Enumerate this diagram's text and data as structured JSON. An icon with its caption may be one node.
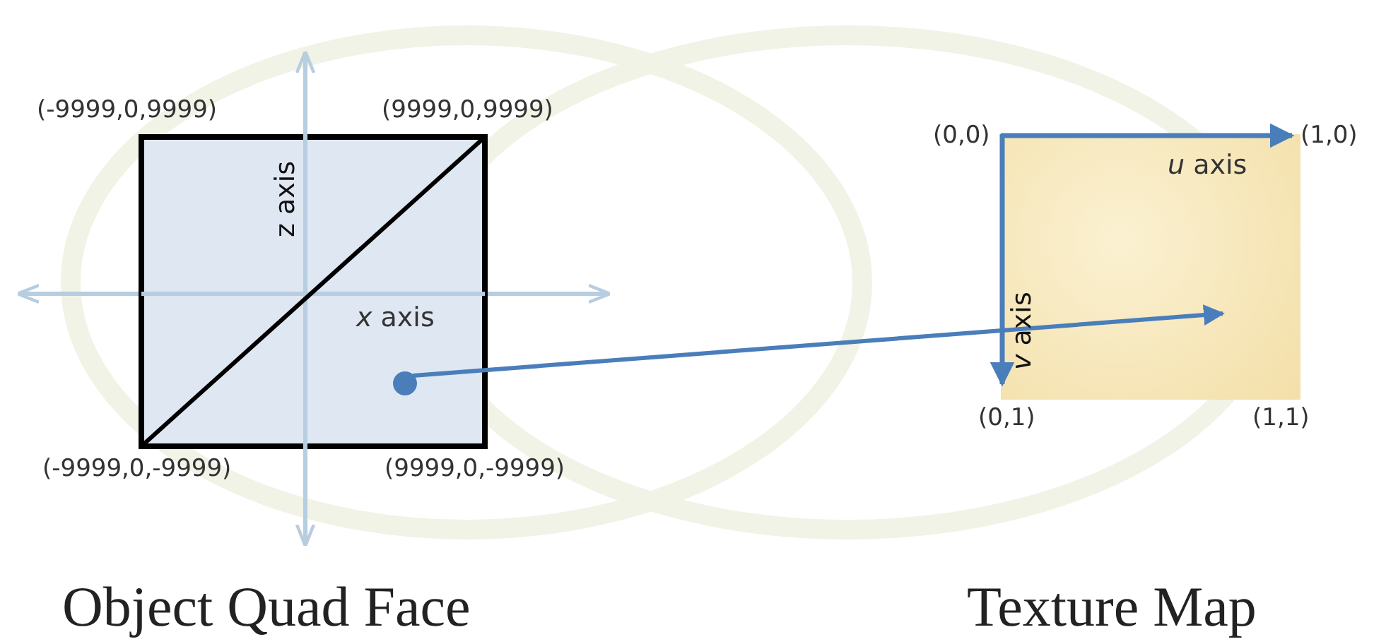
{
  "diagram": {
    "nodes": [
      {
        "text": [],
        "shape": "box"
      },
      {
        "text": [],
        "shape": "box"
      },
      {
        "text": [],
        "shape": "circle",
        "in": 0
      }
    ],
    "edges": [
      {
        "from": 2,
        "to": 1,
        "arrow": "to"
      }
    ],
    "labels": [
      "(-9999,0,9999)",
      "(9999,0,9999)",
      "z axis",
      "*x* axis",
      "(-9999,0,-9999)",
      "(9999,0,-9999)",
      "(0,0)",
      "(1,0)",
      "*u* axis",
      "*v* axis",
      "(0,1)",
      "(1,1)",
      "Object Quad Face",
      "Texture Map"
    ]
  }
}
